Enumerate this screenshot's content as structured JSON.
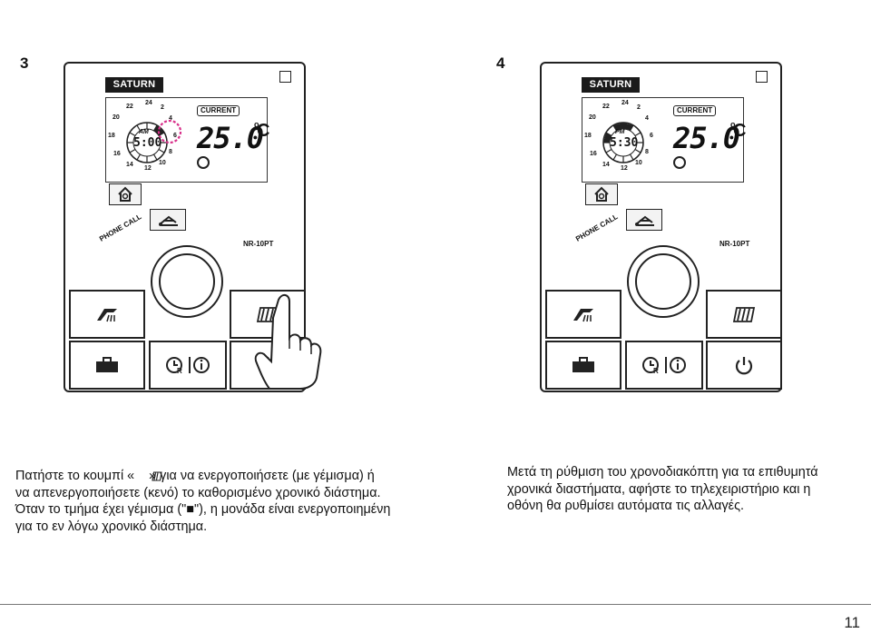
{
  "step_left": "3",
  "step_right": "4",
  "device": {
    "brand": "SATURN",
    "model": "NR-10PT",
    "phone_label": "PHONE CALL",
    "current_label": "CURRENT",
    "temp": "25.0",
    "temp_unit": "C",
    "degree": "o",
    "dial_numbers": [
      "24",
      "2",
      "4",
      "6",
      "8",
      "10",
      "12",
      "14",
      "16",
      "18",
      "20",
      "22"
    ]
  },
  "left_panel": {
    "ampm": "AM",
    "time": "5:00"
  },
  "right_panel": {
    "ampm": "PM",
    "time": "5:30"
  },
  "text_left": [
    "Πατήστε το κουμπί «    » για να ενεργοποιήσετε (με γέμισμα) ή",
    "να απενεργοποιήσετε (κενό) το καθορισμένο χρονικό διάστημα.",
    "Όταν το τμήμα έχει γέμισμα (\"■\"), η μονάδα είναι ενεργοποιημένη",
    "για το εν λόγω χρονικό διάστημα."
  ],
  "text_right": [
    "Μετά τη ρύθμιση του χρονοδιακόπτη για τα επιθυμητά",
    "χρονικά  διαστήματα, αφήστε το τηλεχειριστήριο και η",
    "οθόνη θα ρυθμίσει αυτόματα τις αλλαγές."
  ],
  "page_number": "11",
  "icons": [
    "home-icon",
    "eco-mode-icon",
    "shower-icon",
    "heater-icon",
    "suitcase-icon",
    "clock-reset-icon",
    "info-icon",
    "power-icon",
    "hand-pointer-icon"
  ]
}
